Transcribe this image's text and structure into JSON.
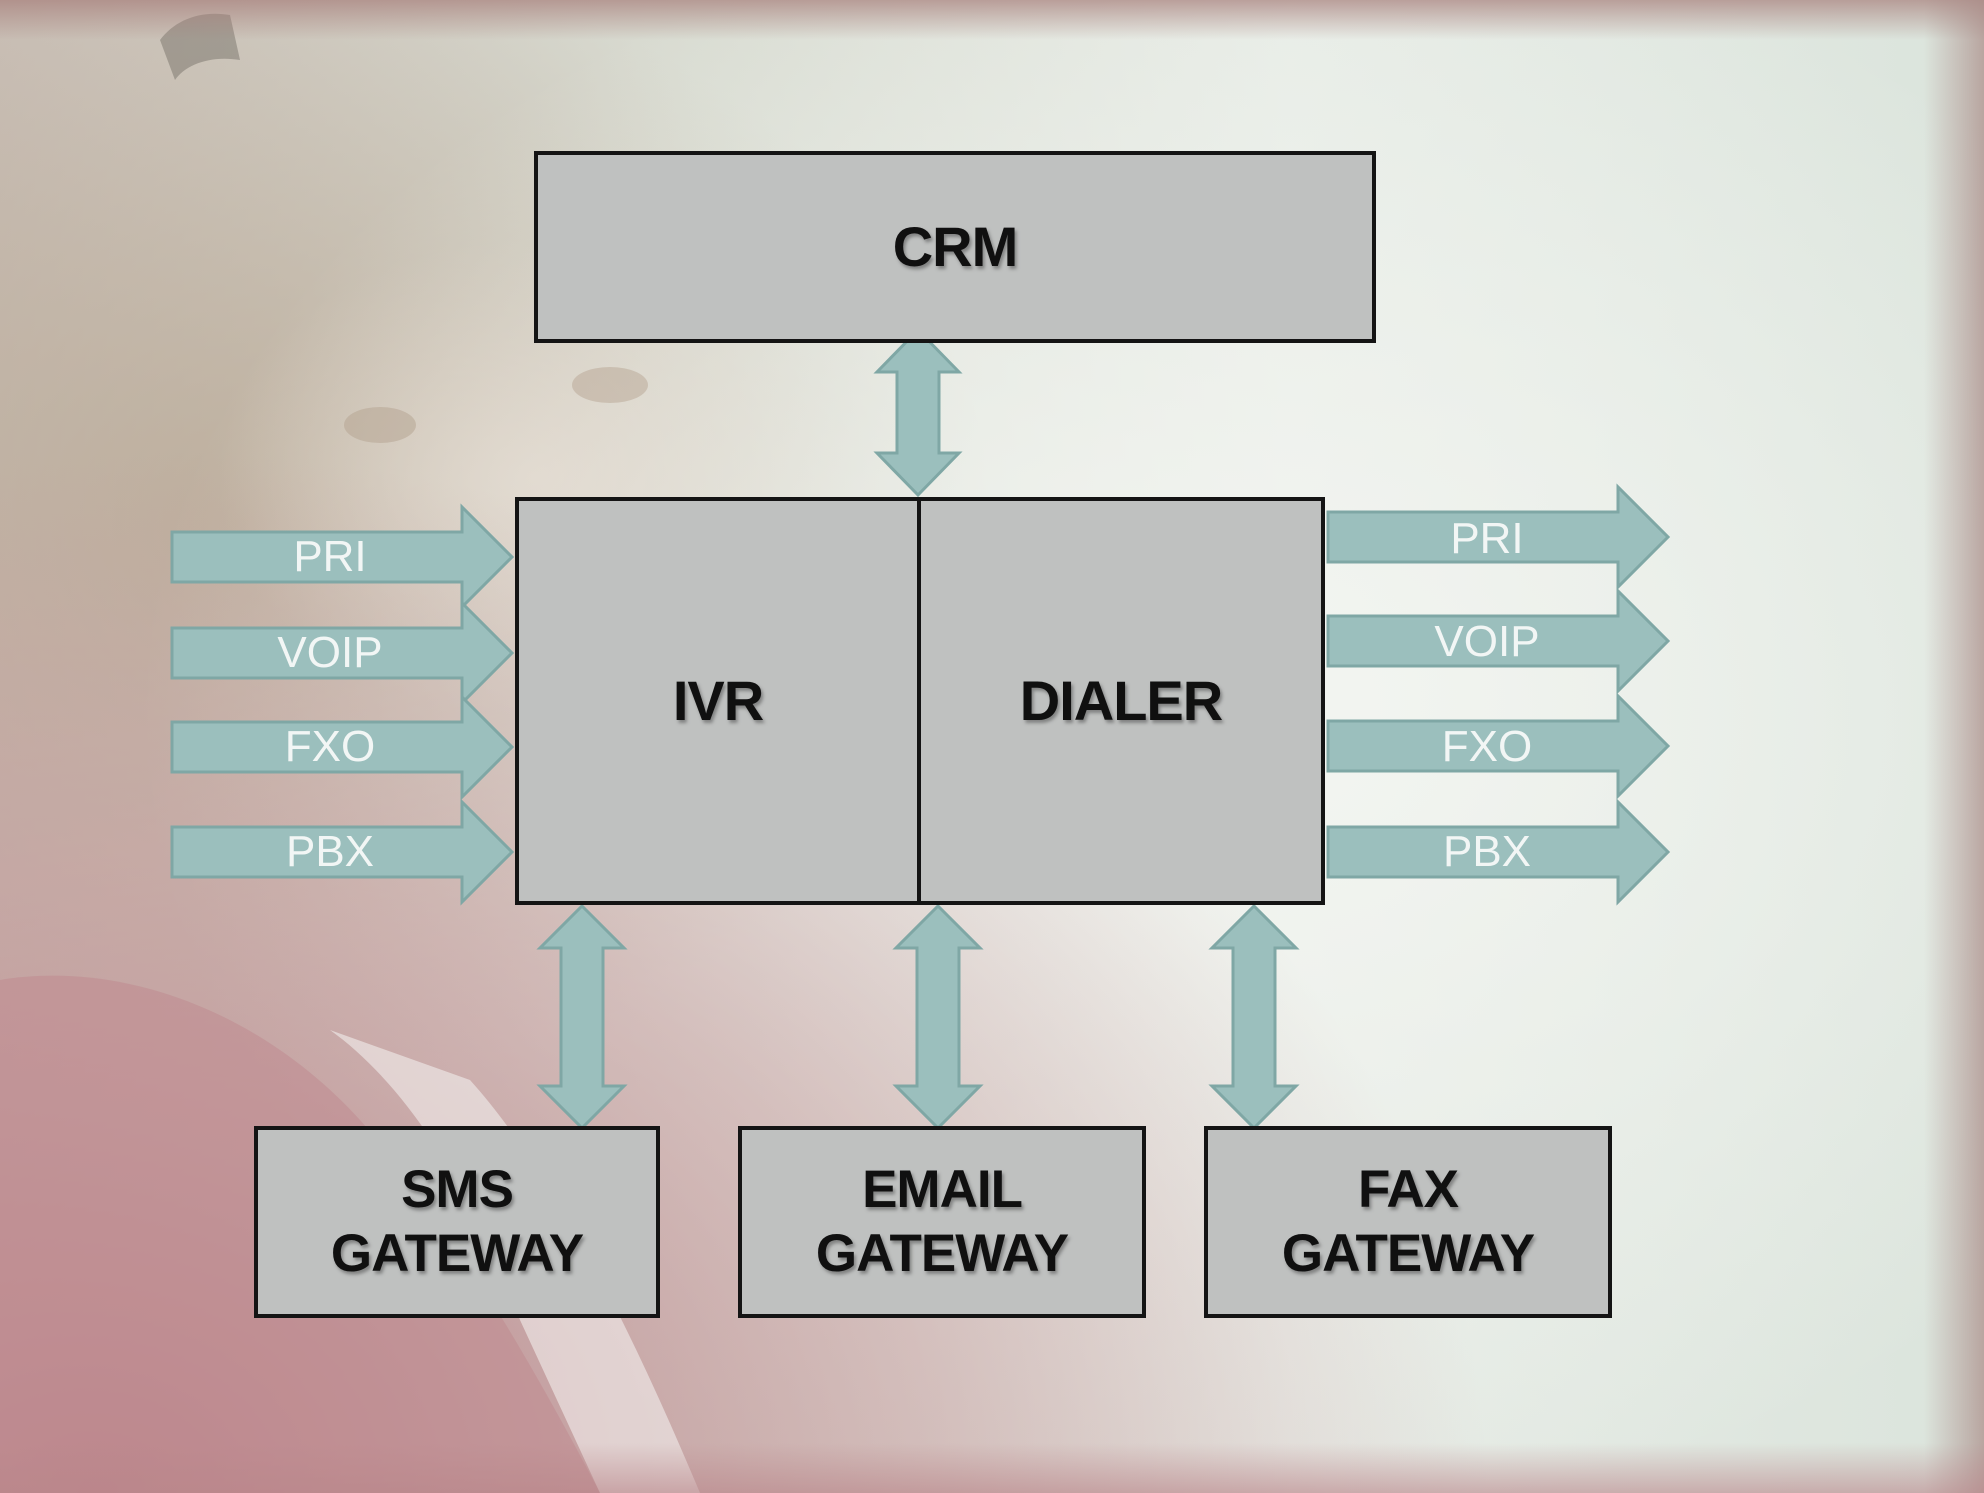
{
  "nodes": {
    "crm": "CRM",
    "ivr": "IVR",
    "dialer": "DIALER",
    "sms_gateway": [
      "SMS",
      "GATEWAY"
    ],
    "email_gateway": [
      "EMAIL",
      "GATEWAY"
    ],
    "fax_gateway": [
      "FAX",
      "GATEWAY"
    ]
  },
  "inbound_channels": [
    "PRI",
    "VOIP",
    "FXO",
    "PBX"
  ],
  "outbound_channels": [
    "PRI",
    "VOIP",
    "FXO",
    "PBX"
  ],
  "colors": {
    "box_fill": "#bfc1c0",
    "box_border": "#141414",
    "arrow_fill": "#9bbfbd",
    "arrow_stroke": "#7fa7a5",
    "arrow_text": "#f2f6f5"
  }
}
